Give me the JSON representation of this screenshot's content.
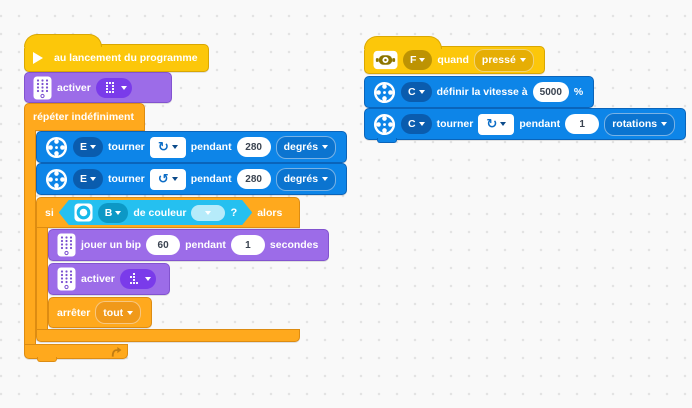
{
  "canvas": {
    "bg": "#f9f9f9",
    "dot": "#e3e3e3"
  },
  "colors": {
    "bg": "#f9f9f9",
    "dot": "#e3e3e3",
    "event_yellow": "#fcc70a",
    "event_border": "#d9a702",
    "event_oval": "#bd9303",
    "event_dd": "#e6ae05",
    "control_orange": "#ffa91d",
    "control_border": "#dd8c12",
    "control_dd": "#f0991a",
    "motor_blue": "#0d85e8",
    "motor_border": "#0a64ba",
    "motor_oval": "#0a5cae",
    "motor_dd": "#0b74d0",
    "light_purple": "#9c6ce8",
    "light_border": "#8253cf",
    "light_oval": "#7a3bea",
    "sensor_cyan": "#25c0f0",
    "sensor_oval": "#0c98c6",
    "sensor_swatch": "#b6ebfa",
    "loop_arrow": "#bf7c12"
  },
  "left_script": {
    "hat": {
      "label": "au lancement du programme"
    },
    "activate_top": {
      "label": "activer"
    },
    "repeat": {
      "label": "répéter indéfiniment"
    },
    "motor_cw": {
      "port": "E",
      "action": "tourner",
      "direction": "↻",
      "pendant": "pendant",
      "value": "280",
      "unit": "degrés"
    },
    "motor_ccw": {
      "port": "E",
      "action": "tourner",
      "direction": "↺",
      "pendant": "pendant",
      "value": "280",
      "unit": "degrés"
    },
    "if_block": {
      "si": "si",
      "port": "B",
      "label": "de couleur",
      "question": "?",
      "alors": "alors"
    },
    "beep": {
      "label": "jouer un bip",
      "freq": "60",
      "pendant": "pendant",
      "duration": "1",
      "unit": "secondes"
    },
    "activate_inner": {
      "label": "activer"
    },
    "stop": {
      "label": "arrêter",
      "option": "tout"
    }
  },
  "right_script": {
    "hat": {
      "port": "F",
      "quand": "quand",
      "state": "pressé"
    },
    "set_speed": {
      "port": "C",
      "label": "définir la vitesse à",
      "value": "5000",
      "unit": "%"
    },
    "turn": {
      "port": "C",
      "action": "tourner",
      "direction": "↻",
      "pendant": "pendant",
      "value": "1",
      "unit": "rotations"
    }
  }
}
